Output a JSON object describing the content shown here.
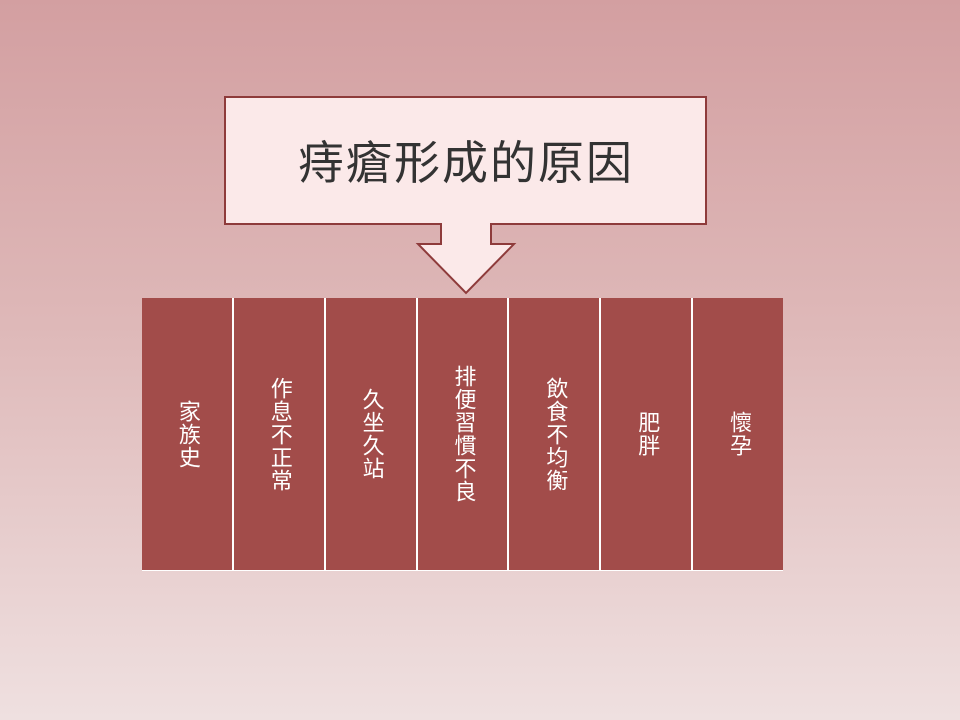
{
  "title": "痔瘡形成的原因",
  "causes": [
    "家族史",
    "作息不正常",
    "久坐久站",
    "排便習慣不良",
    "飲食不均衡",
    "肥胖",
    "懷孕"
  ],
  "colors": {
    "callout_fill": "#fbe9e9",
    "callout_border": "#8e3b3b",
    "cause_fill": "#a24c4a",
    "cause_text": "#ffffff",
    "title_text": "#333333"
  }
}
